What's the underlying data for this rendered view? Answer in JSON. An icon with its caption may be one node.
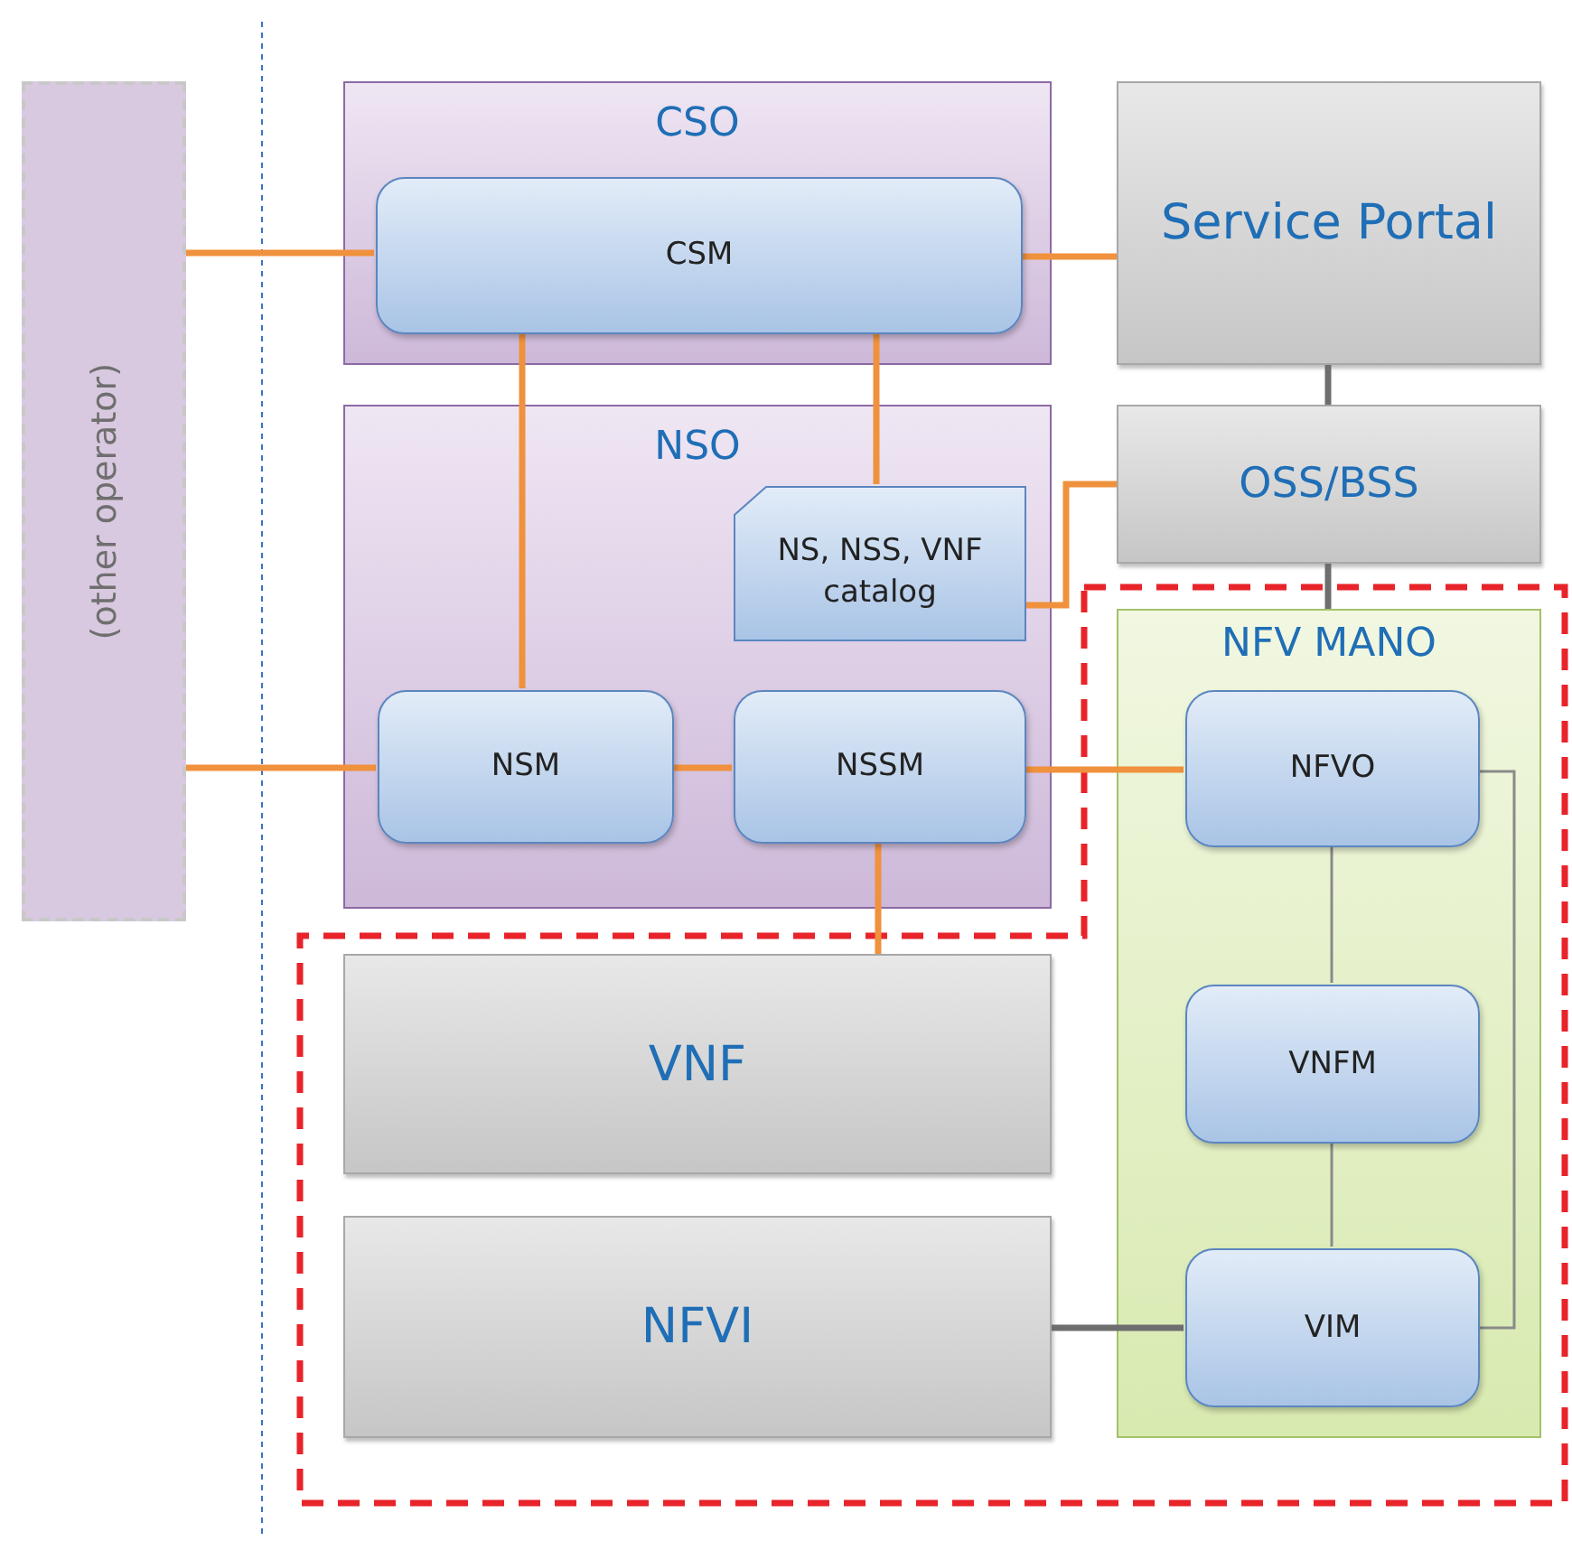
{
  "diagram": {
    "nodes": [
      {
        "text": [
          "(other operator)"
        ]
      },
      {
        "text": [
          "CSO"
        ]
      },
      {
        "text": [
          "CSM"
        ],
        "in": 1
      },
      {
        "text": [
          "Service Portal"
        ]
      },
      {
        "text": [
          "NSO"
        ]
      },
      {
        "text": [
          "NS, NSS, VNF catalog"
        ],
        "in": 4
      },
      {
        "text": [
          "NSM"
        ],
        "in": 4
      },
      {
        "text": [
          "NSSM"
        ],
        "in": 4
      },
      {
        "text": [
          "OSS/BSS"
        ]
      },
      {
        "text": [
          "NFV MANO"
        ]
      },
      {
        "text": [
          "NFVO"
        ],
        "in": 9
      },
      {
        "text": [
          "VNFM"
        ],
        "in": 9
      },
      {
        "text": [
          "VIM"
        ],
        "in": 9
      },
      {
        "text": [
          "VNF"
        ]
      },
      {
        "text": [
          "NFVI"
        ]
      }
    ],
    "edges": [
      {
        "from": 0,
        "to": 2,
        "arrow": "none"
      },
      {
        "from": 2,
        "to": 3,
        "arrow": "none"
      },
      {
        "from": 2,
        "to": 6,
        "arrow": "none"
      },
      {
        "from": 2,
        "to": 5,
        "arrow": "none"
      },
      {
        "from": 0,
        "to": 6,
        "arrow": "none"
      },
      {
        "from": 6,
        "to": 7,
        "arrow": "none"
      },
      {
        "from": 7,
        "to": 10,
        "arrow": "none"
      },
      {
        "from": 7,
        "to": 13,
        "arrow": "none"
      },
      {
        "from": 5,
        "to": 8,
        "arrow": "none"
      },
      {
        "from": 3,
        "to": 8,
        "arrow": "none",
        "color": "#6e6e6e"
      },
      {
        "from": 8,
        "to": 9,
        "arrow": "none",
        "color": "#6e6e6e"
      },
      {
        "from": 10,
        "to": 11,
        "arrow": "none",
        "color": "#8a8a8a"
      },
      {
        "from": 11,
        "to": 12,
        "arrow": "none",
        "color": "#8a8a8a"
      },
      {
        "from": 10,
        "to": 12,
        "arrow": "none",
        "color": "#8a8a8a"
      },
      {
        "from": 14,
        "to": 12,
        "arrow": "none",
        "color": "#6e6e6e"
      }
    ]
  }
}
